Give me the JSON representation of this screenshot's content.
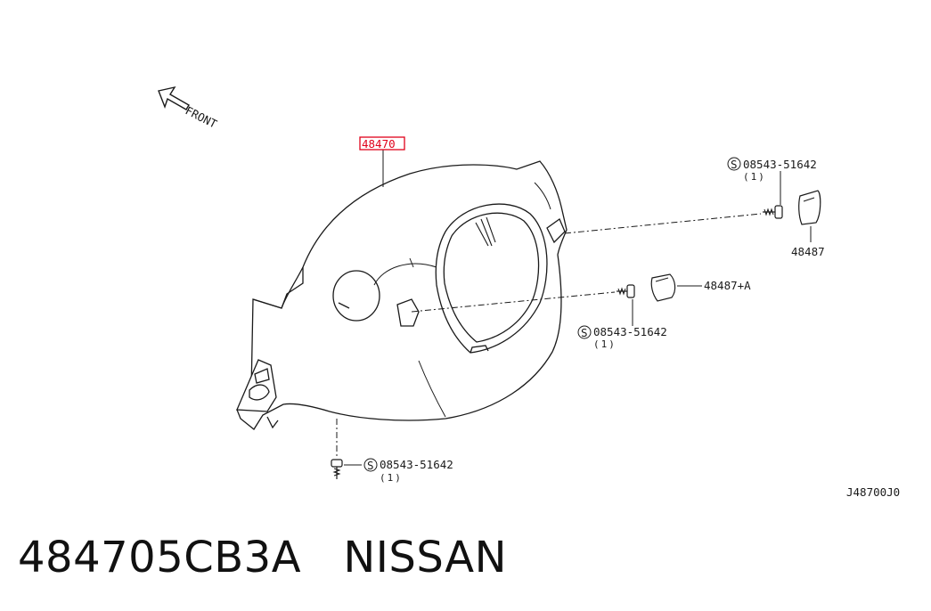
{
  "direction_label": "FRONT",
  "main_part": {
    "number": "48470",
    "highlight_color": "#e0001a"
  },
  "callouts": [
    {
      "key": "screw_top",
      "symbol": "S",
      "part_number": "08543-51642",
      "qty": "(1)"
    },
    {
      "key": "clip_top",
      "part_number": "48487"
    },
    {
      "key": "clip_mid",
      "part_number": "48487+A"
    },
    {
      "key": "screw_mid",
      "symbol": "S",
      "part_number": "08543-51642",
      "qty": "(1)"
    },
    {
      "key": "screw_bottom",
      "symbol": "S",
      "part_number": "08543-51642",
      "qty": "(1)"
    }
  ],
  "diagram_code": "J48700J0",
  "caption": {
    "part_number": "484705CB3A",
    "brand": "NISSAN"
  }
}
